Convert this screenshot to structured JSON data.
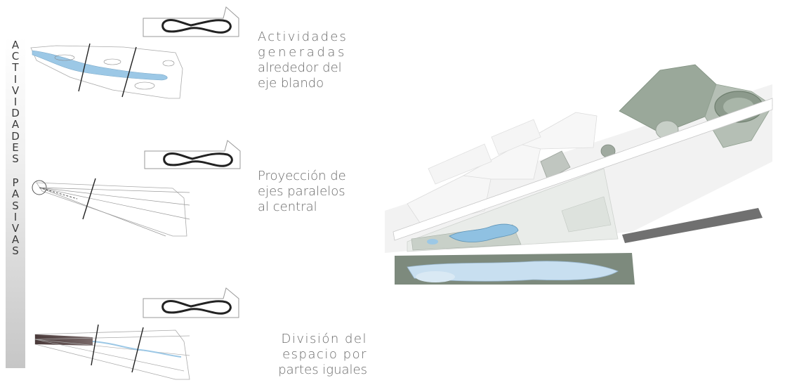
{
  "vertical_title": {
    "word1": [
      "A",
      "C",
      "T",
      "I",
      "V",
      "I",
      "D",
      "A",
      "D",
      "E",
      "S"
    ],
    "word2": [
      "P",
      "A",
      "S",
      "I",
      "V",
      "A",
      "S"
    ]
  },
  "diagrams": [
    {
      "caption": [
        "Actividades",
        "generadas",
        "alrededor del",
        "eje blando"
      ]
    },
    {
      "caption": [
        "Proyección de",
        "ejes paralelos",
        "al central"
      ]
    },
    {
      "caption": [
        "División del",
        "espacio por",
        "partes iguales"
      ]
    }
  ],
  "colors": {
    "water": "#9cc8e6",
    "bar_dark": "#c4c4c4",
    "text": "#6a6a6a",
    "dark_wedge": "#5a4848"
  }
}
